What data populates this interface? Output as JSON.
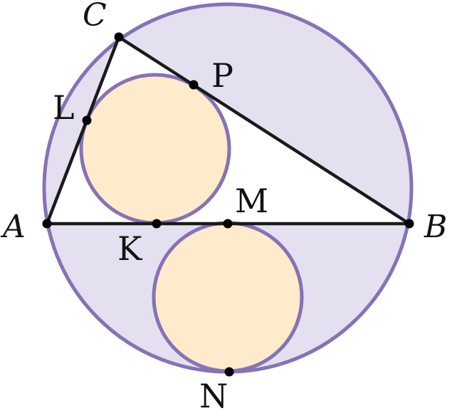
{
  "colors": {
    "big_circle_fill": "#e4e0f0",
    "circle_stroke": "#8672b5",
    "small_circle_fill": "#fdebcb",
    "line": "#1a1a1a",
    "point": "#000000"
  },
  "points": {
    "A": "A",
    "B": "B",
    "C": "C",
    "L": "L",
    "P": "P",
    "K": "K",
    "M": "M",
    "N": "N"
  }
}
